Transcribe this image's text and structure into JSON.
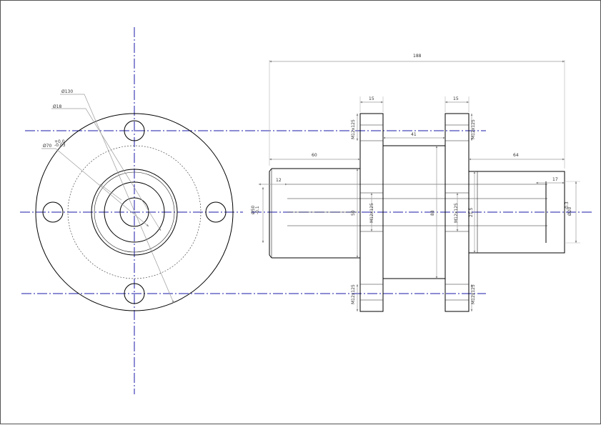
{
  "drawing": {
    "colors": {
      "outline": "#000000",
      "center_line": "#1a1aa8",
      "dimension": "#9a9a9a",
      "border": "#555555"
    },
    "front_view": {
      "labels": {
        "d_outer": "Ø130",
        "d_bolt": "Ø18",
        "d_bore": "Ø70",
        "tol_upper": "+0.0",
        "tol_lower": "-0.03"
      }
    },
    "side_view": {
      "labels": {
        "overall": "188",
        "flange1": "15",
        "flange2": "15",
        "left_len": "60",
        "gap": "41",
        "right_len": "64",
        "shoulder": "12",
        "key": "17",
        "d_left_a": "Ø50",
        "d_left_b": "-0.1",
        "d_mid": "50",
        "d_center": "88",
        "d_right": "21.5",
        "d_right_tip_a": "Ø20",
        "d_right_tip_b": "-0.3",
        "hole_1": "M12x125",
        "hole_2": "M12x125",
        "hole_3": "M12x125",
        "hole_4": "M12x125",
        "hole_5": "M12x125",
        "hole_6": "M12x125"
      }
    }
  }
}
